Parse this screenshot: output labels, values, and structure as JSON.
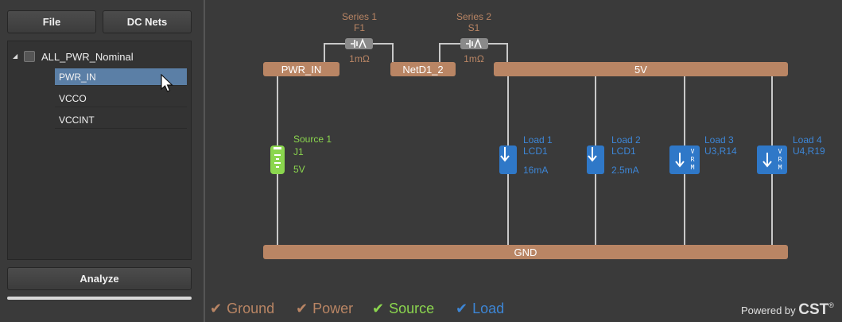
{
  "toolbar": {
    "file_label": "File",
    "dcnets_label": "DC Nets",
    "analyze_label": "Analyze"
  },
  "tree": {
    "root_label": "ALL_PWR_Nominal",
    "items": [
      {
        "label": "PWR_IN",
        "selected": true
      },
      {
        "label": "VCCO",
        "selected": false
      },
      {
        "label": "VCCINT",
        "selected": false
      }
    ]
  },
  "schematic": {
    "nets": {
      "pwr_in": "PWR_IN",
      "netd1_2": "NetD1_2",
      "v5": "5V",
      "gnd": "GND"
    },
    "series": [
      {
        "title": "Series 1",
        "ref": "F1",
        "value": "1mΩ"
      },
      {
        "title": "Series 2",
        "ref": "S1",
        "value": "1mΩ"
      }
    ],
    "source": {
      "title": "Source 1",
      "ref": "J1",
      "value": "5V"
    },
    "loads": [
      {
        "title": "Load 1",
        "ref": "LCD1",
        "value": "16mA"
      },
      {
        "title": "Load 2",
        "ref": "LCD1",
        "value": "2.5mA"
      },
      {
        "title": "Load 3",
        "ref": "U3,R14",
        "value": ""
      },
      {
        "title": "Load 4",
        "ref": "U4,R19",
        "value": ""
      }
    ],
    "vrm_label": "VRM"
  },
  "legend": [
    {
      "label": "Ground",
      "color": "#b98564"
    },
    {
      "label": "Power",
      "color": "#b98564"
    },
    {
      "label": "Source",
      "color": "#8bd64e"
    },
    {
      "label": "Load",
      "color": "#3d86d6"
    }
  ],
  "powered": {
    "prefix": "Powered by",
    "brand": "CST",
    "reg": "®"
  },
  "colors": {
    "bus": "#b98564",
    "source": "#8bd64e",
    "load": "#2f78c8",
    "wire": "#c8c8c8",
    "selection": "#5b7fa6"
  }
}
